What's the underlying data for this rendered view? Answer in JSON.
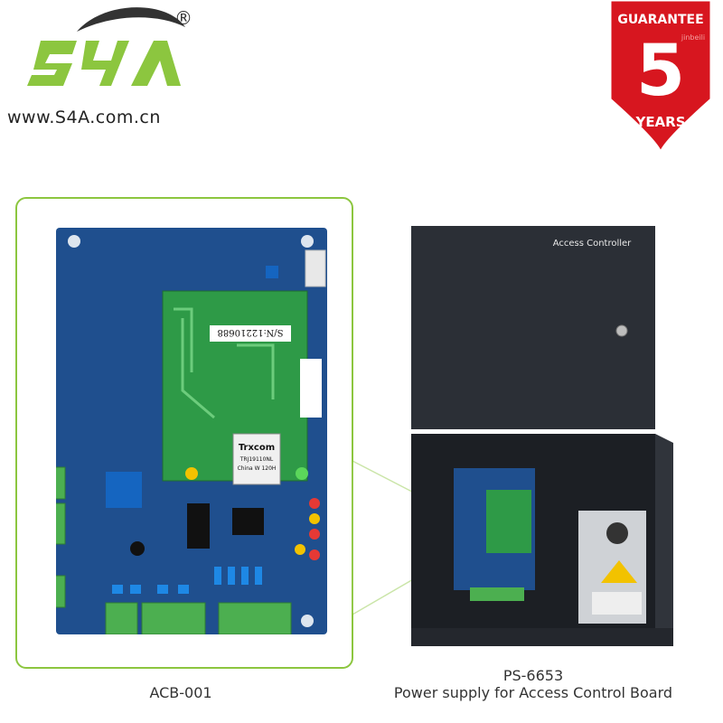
{
  "brand": {
    "logo_text": "S4A",
    "registered_mark": "®",
    "website": "www.S4A.com.cn"
  },
  "guarantee": {
    "top": "GUARANTEE",
    "number": "5",
    "bottom": "YEARS",
    "watermark": "jinbeili",
    "color": "#d7161f"
  },
  "enclosure": {
    "lid_label": "Access Controller"
  },
  "board": {
    "serial": "S/N:12210688",
    "module_brand": "Trxcom",
    "module_model": "TRJ19110NL",
    "module_origin": "China W 120H"
  },
  "captions": {
    "left": "ACB-001",
    "right_model": "PS-6653",
    "right_desc": "Power supply for Access Control Board"
  },
  "colors": {
    "frame": "#8cc63f",
    "pcb": "#1f4f8e",
    "module_pcb": "#2e9a47",
    "terminal_green": "#4caf50",
    "enclosure": "#2b2f36"
  }
}
